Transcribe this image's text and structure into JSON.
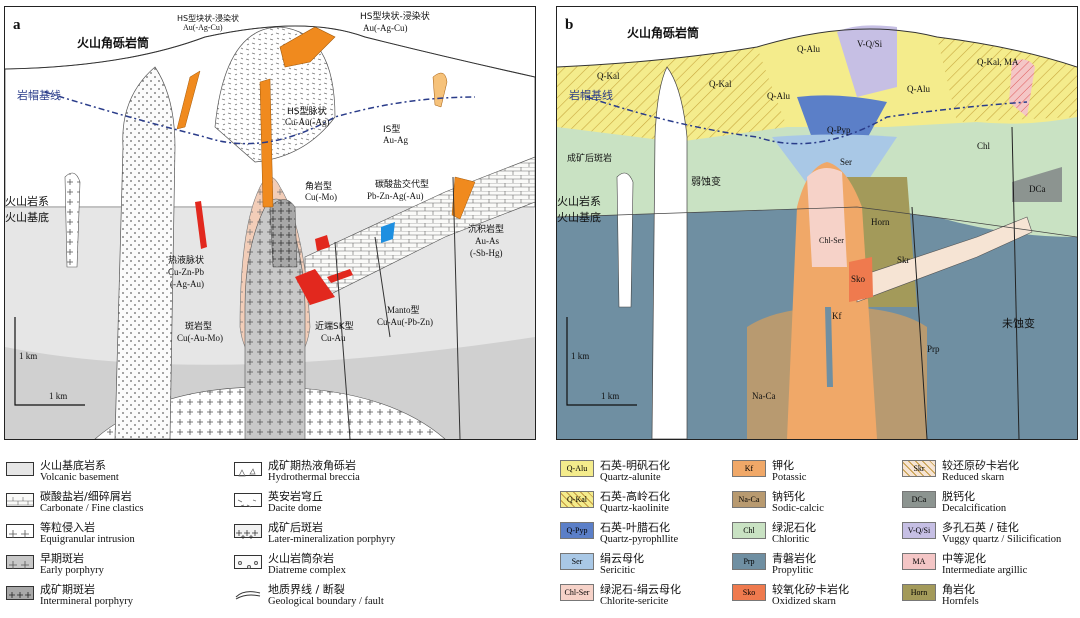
{
  "panel_a": {
    "letter": "a",
    "labels": {
      "volcanic_breccia_pipe": "火山角砾岩筒",
      "hs_disseminated_1": "HS型块状-浸染状",
      "hs_disseminated_1_en": "Au(-Ag-Cu)",
      "hs_disseminated_2": "HS型块状-浸染状",
      "hs_disseminated_2_en": "Au(-Ag-Cu)",
      "lithocap_line": "岩帽基线",
      "hs_vein": "HS型脉状",
      "hs_vein_en": "Cu-Au(-Ag)",
      "is_type": "IS型",
      "is_type_en": "Au-Ag",
      "carbonate_replacement": "碳酸盐交代型",
      "carbonate_replacement_en": "Pb-Zn-Ag(-Au)",
      "breccia_type": "角岩型",
      "breccia_type_en": "Cu(-Mo)",
      "volcanic_series": "火山岩系",
      "volcanic_basement": "火山基底",
      "sediment_type": "沉积岩型",
      "sediment_type_en1": "Au-As",
      "sediment_type_en2": "(-Sb-Hg)",
      "hydrothermal_vein": "热液脉状",
      "hydrothermal_vein_en1": "Cu-Zn-Pb",
      "hydrothermal_vein_en2": "(-Ag-Au)",
      "manto_type": "Manto型",
      "manto_type_en1": "Cu-Au(-Pb-Zn)",
      "proximal_sk": "近端SK型",
      "proximal_sk_en": "Cu-Au",
      "porphyry_type": "斑岩型",
      "porphyry_type_en": "Cu(-Au-Mo)",
      "scale_v": "1 km",
      "scale_h": "1 km"
    }
  },
  "panel_b": {
    "letter": "b",
    "labels": {
      "volcanic_breccia_pipe": "火山角砾岩筒",
      "lithocap_line": "岩帽基线",
      "q_kal_1": "Q-Kal",
      "q_kal_2": "Q-Kal",
      "q_alu_1": "Q-Alu",
      "q_alu_2": "Q-Alu",
      "q_alu_3": "Q-Alu",
      "vqsi": "V-Q/Si",
      "q_kal_ma": "Q-Kal, MA",
      "q_pyp": "Q-Pyp",
      "ser": "Ser",
      "chl": "Chl",
      "post_porphyry": "成矿后斑岩",
      "weak_alteration": "弱蚀变",
      "volcanic_series": "火山岩系",
      "volcanic_basement": "火山基底",
      "dca": "DCa",
      "horn": "Horn",
      "chl_ser": "Chl-Ser",
      "skr": "Skr",
      "sko": "Sko",
      "kf": "Kf",
      "unaltered": "未蚀变",
      "prp": "Prp",
      "na_ca": "Na-Ca",
      "scale_v": "1 km",
      "scale_h": "1 km"
    }
  },
  "legend_a": [
    {
      "zh": "火山基底岩系",
      "en": "Volcanic  basement",
      "pattern": "plain-grey"
    },
    {
      "zh": "成矿期热液角砾岩",
      "en": "Hydrothermal breccia",
      "pattern": "triangles"
    },
    {
      "zh": "碳酸盐岩/细碎屑岩",
      "en": "Carbonate / Fine clastics",
      "pattern": "bricks"
    },
    {
      "zh": "英安岩穹丘",
      "en": "Dacite dome",
      "pattern": "dashes"
    },
    {
      "zh": "等粒侵入岩",
      "en": "Equigranular intrusion",
      "pattern": "crosses-white"
    },
    {
      "zh": "成矿后斑岩",
      "en": "Later-mineralization porphyry",
      "pattern": "crosses-dense"
    },
    {
      "zh": "早期斑岩",
      "en": "Early porphyry",
      "pattern": "crosses-grey"
    },
    {
      "zh": "火山岩筒杂岩",
      "en": "Diatreme complex",
      "pattern": "dots"
    },
    {
      "zh": "成矿期斑岩",
      "en": "Intermineral porphyry",
      "pattern": "crosses-dark"
    },
    {
      "zh": "地质界线 / 断裂",
      "en": "Geological boundary / fault",
      "pattern": "line"
    }
  ],
  "legend_b": [
    {
      "code": "Q-Alu",
      "zh": "石英-明矾石化",
      "en": "Quartz-alunite",
      "color": "#f4ec8c"
    },
    {
      "code": "Kf",
      "zh": "钾化",
      "en": "Potassic",
      "color": "#f0a868"
    },
    {
      "code": "Skr",
      "zh": "较还原矽卡岩化",
      "en": "Reduced skarn",
      "color": "#f6e4d4",
      "hatch": true
    },
    {
      "code": "Q-Kal",
      "zh": "石英-高岭石化",
      "en": "Quartz-kaolinite",
      "color": "#f4ec8c",
      "hatch": true
    },
    {
      "code": "Na-Ca",
      "zh": "钠钙化",
      "en": "Sodic-calcic",
      "color": "#b89a70"
    },
    {
      "code": "DCa",
      "zh": "脱钙化",
      "en": "Decalcification",
      "color": "#8c9490"
    },
    {
      "code": "Q-Pyp",
      "zh": "石英-叶腊石化",
      "en": "Quartz-pyrophllite",
      "color": "#5b7fc8"
    },
    {
      "code": "Chl",
      "zh": "绿泥石化",
      "en": "Chloritic",
      "color": "#c9e2c3"
    },
    {
      "code": "V-Q/Si",
      "zh": "多孔石英 / 硅化",
      "en": "Vuggy quartz / Silicification",
      "color": "#c6bfe4"
    },
    {
      "code": "Ser",
      "zh": "绢云母化",
      "en": "Sericitic",
      "color": "#a9c8e6"
    },
    {
      "code": "Prp",
      "zh": "青磐岩化",
      "en": "Propylitic",
      "color": "#6f8fa2"
    },
    {
      "code": "MA",
      "zh": "中等泥化",
      "en": "Intermediate argillic",
      "color": "#f4c6c6"
    },
    {
      "code": "Chl-Ser",
      "zh": "绿泥石-绢云母化",
      "en": "Chlorite-sericite",
      "color": "#f6d2c8"
    },
    {
      "code": "Sko",
      "zh": "较氧化矽卡岩化",
      "en": "Oxidized skarn",
      "color": "#ef7a4e"
    },
    {
      "code": "Horn",
      "zh": "角岩化",
      "en": "Hornfels",
      "color": "#a39a5a"
    }
  ]
}
